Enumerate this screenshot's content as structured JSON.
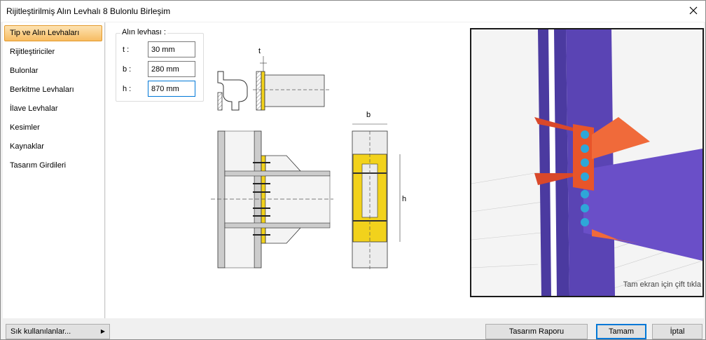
{
  "window": {
    "title": "Rijitleştirilmiş Alın Levhalı 8 Bulonlu Birleşim",
    "close_icon": "close-icon"
  },
  "sidebar": {
    "items": [
      {
        "label": "Tip ve Alın Levhaları",
        "active": true
      },
      {
        "label": "Rijitleştiriciler"
      },
      {
        "label": "Bulonlar"
      },
      {
        "label": "Berkitme Levhaları"
      },
      {
        "label": "İlave Levhalar"
      },
      {
        "label": "Kesimler"
      },
      {
        "label": "Kaynaklar"
      },
      {
        "label": "Tasarım Girdileri"
      }
    ]
  },
  "plate_group": {
    "title": "Alın levhası :",
    "fields": [
      {
        "label": "t :",
        "value": "30 mm"
      },
      {
        "label": "b :",
        "value": "280 mm"
      },
      {
        "label": "h :",
        "value": "870 mm"
      }
    ]
  },
  "drawing": {
    "t_label": "t",
    "b_label": "b",
    "h_label": "h"
  },
  "view3d": {
    "hint": "Tam ekran için çift tıkla"
  },
  "footer": {
    "favorites_label": "Sık kullanılanlar...",
    "report_label": "Tasarım Raporu",
    "ok_label": "Tamam",
    "cancel_label": "İptal"
  },
  "colors": {
    "accent": "#0078d7",
    "active_tab": "#f7bc62",
    "plate": "#f2d21c",
    "steel_3d": "#5a3fb2",
    "plate_3d": "#e8552a"
  }
}
